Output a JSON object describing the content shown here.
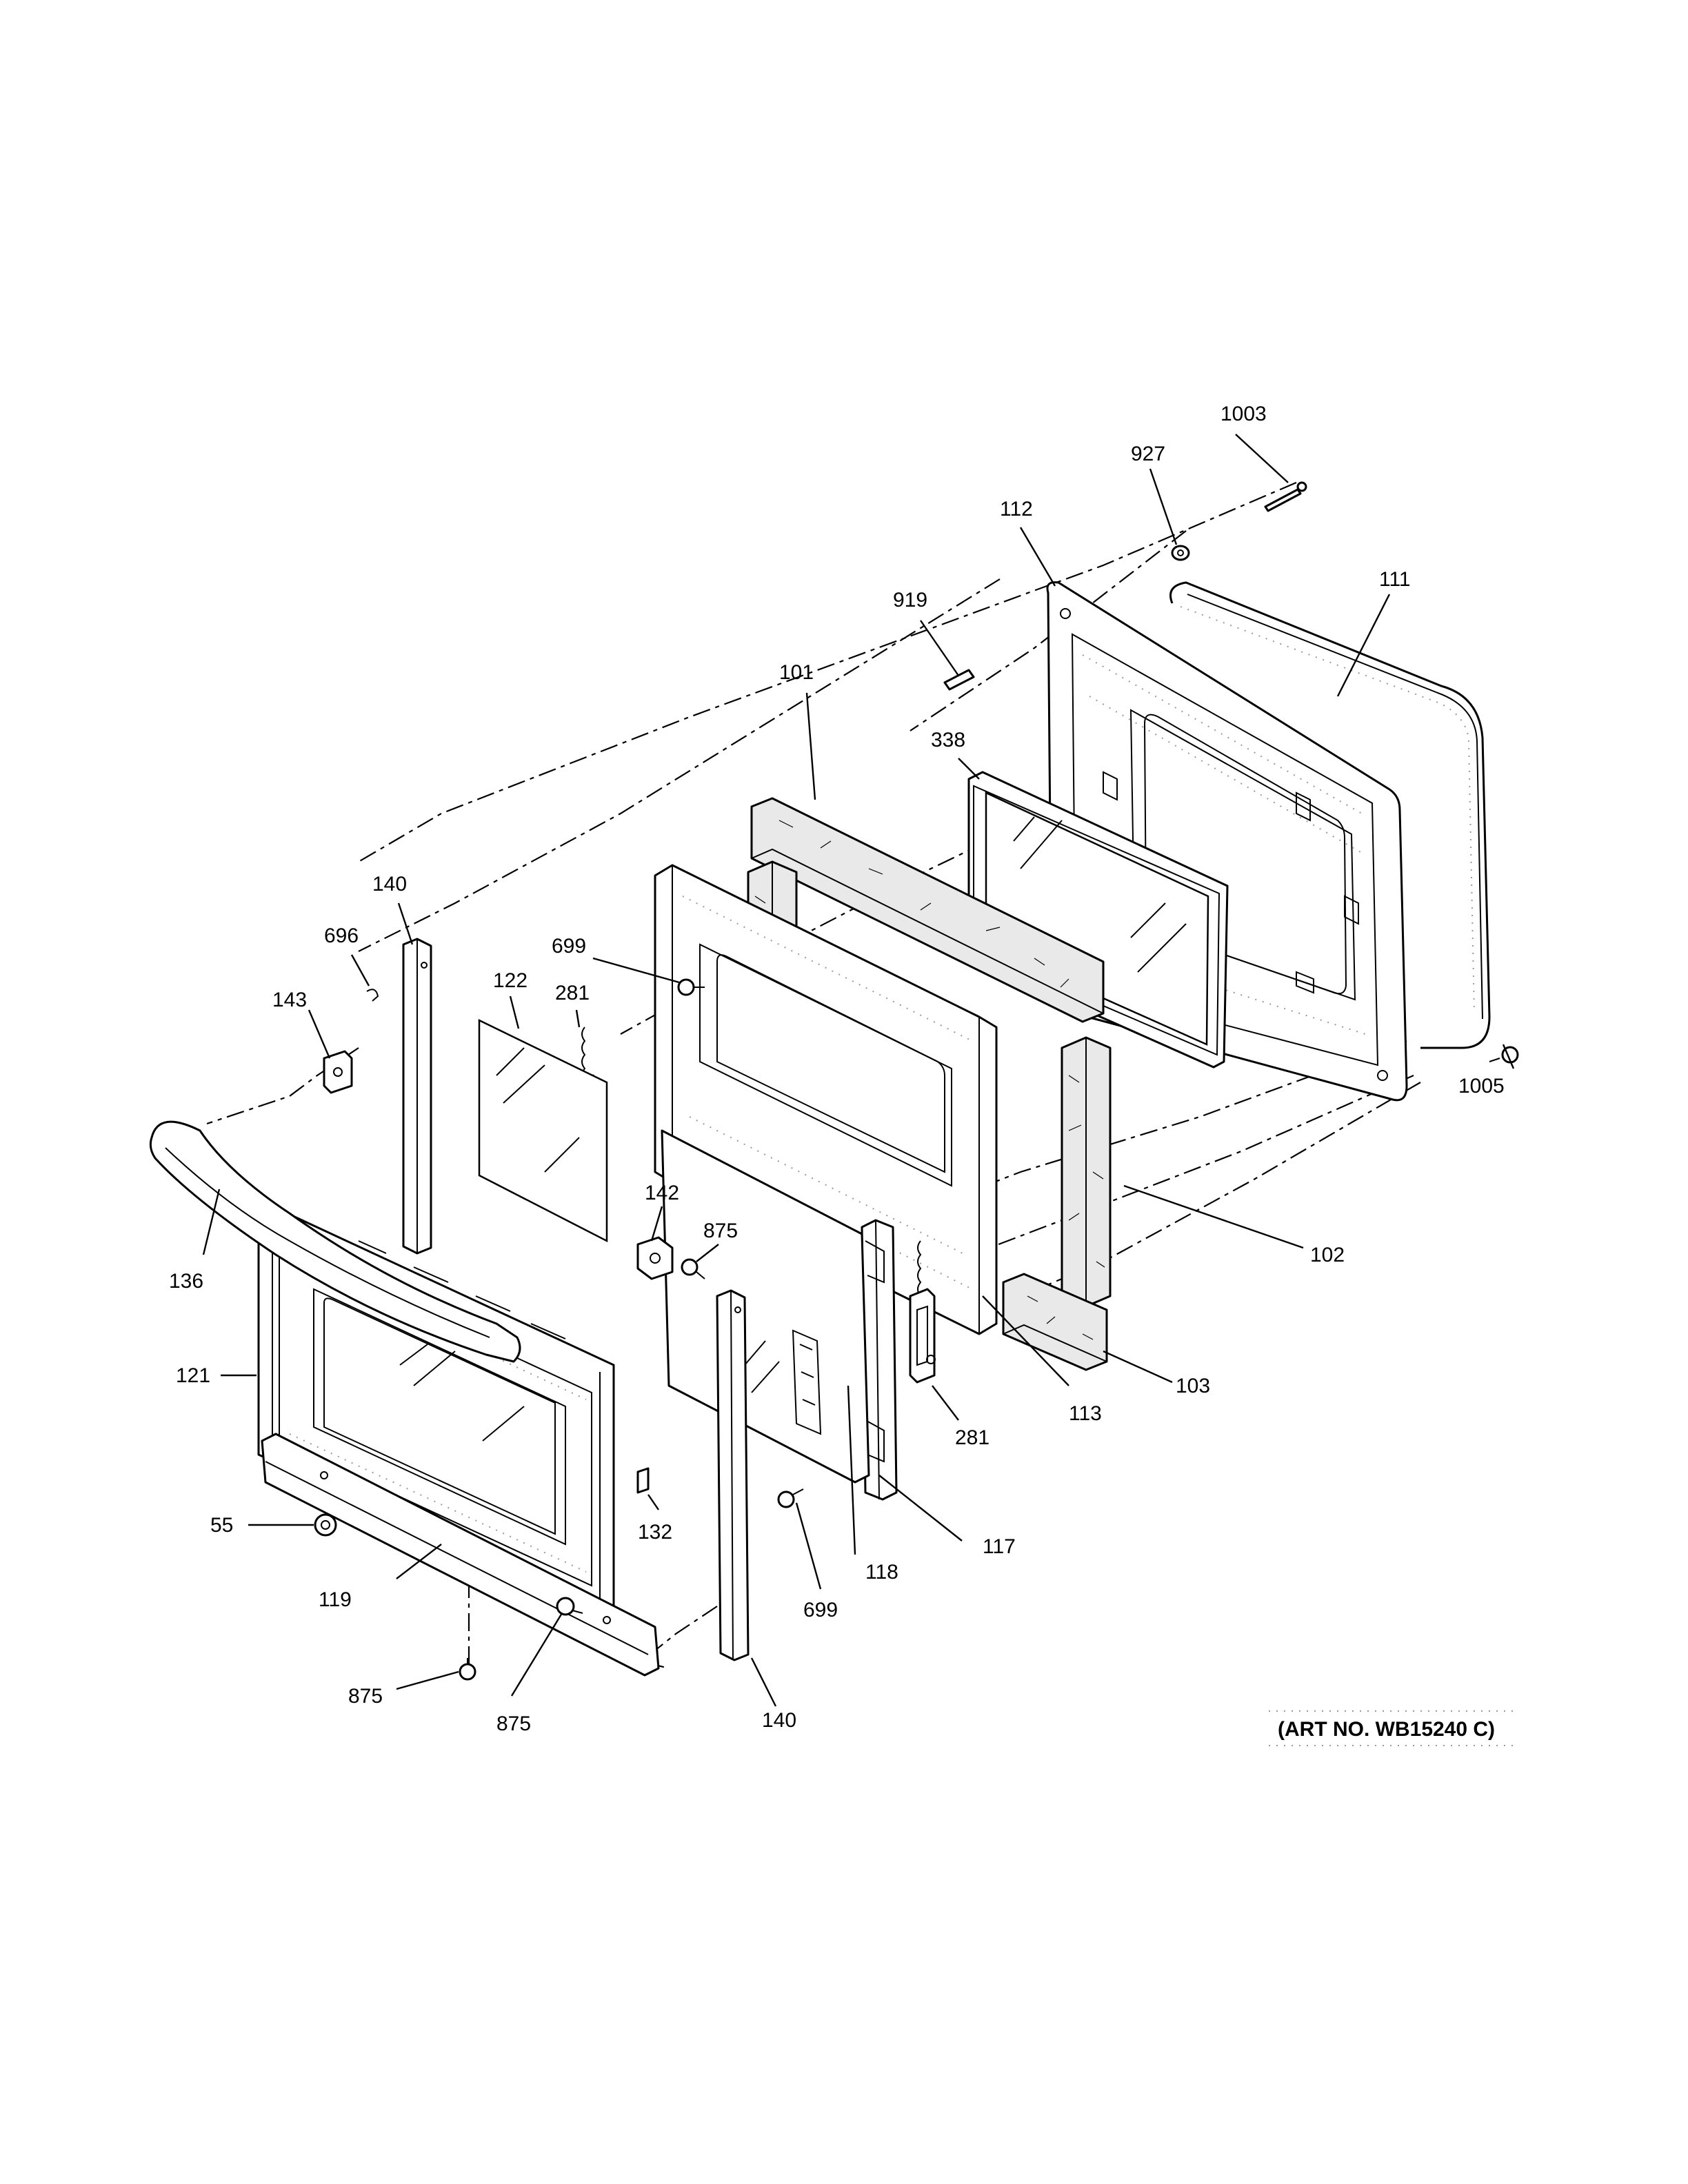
{
  "callouts": {
    "c1003": "1003",
    "c927": "927",
    "c112": "112",
    "c111": "111",
    "c919": "919",
    "c101": "101",
    "c338": "338",
    "c140_top": "140",
    "c696": "696",
    "c699_top": "699",
    "c143": "143",
    "c122": "122",
    "c281_left": "281",
    "c1005": "1005",
    "c102": "102",
    "c136": "136",
    "c142": "142",
    "c875_mid": "875",
    "c121": "121",
    "c113": "113",
    "c103": "103",
    "c281_right": "281",
    "c55": "55",
    "c132": "132",
    "c118": "118",
    "c117": "117",
    "c119": "119",
    "c699_bottom": "699",
    "c875_left": "875",
    "c875_bottom": "875",
    "c140_bottom": "140"
  },
  "art_number": "(ART NO. WB15240 C)"
}
